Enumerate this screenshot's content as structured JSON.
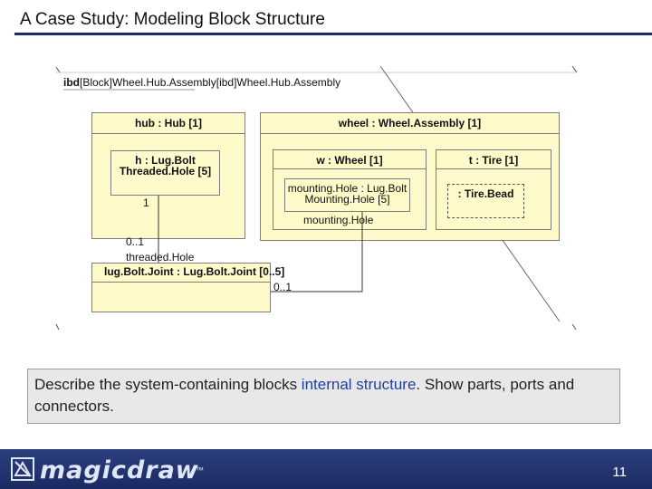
{
  "slide": {
    "title": "A Case Study: Modeling Block Structure",
    "page_number": "11"
  },
  "diagram": {
    "header_kind": "ibd",
    "header_block": "[Block]",
    "header_name": "Wheel.Hub.Assembly",
    "header_diagram": "[ibd]",
    "header_diagram_name": "Wheel.Hub.Assembly",
    "hub_block": "hub : Hub [1]",
    "lugbolt_part_line1": "h : Lug.Bolt",
    "lugbolt_part_line2": "Threaded.Hole [5]",
    "multiplicity_1": "1",
    "wheel_block": "wheel : Wheel.Assembly [1]",
    "wheel_part": "w : Wheel [1]",
    "mounting_part_line1": "mounting.Hole : Lug.Bolt",
    "mounting_part_line2": "Mounting.Hole [5]",
    "mounting_hole_label": "mounting.Hole",
    "tire_part": "t : Tire [1]",
    "tirebead_part": ": Tire.Bead",
    "multiplicity_01_left": "0..1",
    "threaded_hole_label": "threaded.Hole",
    "joint_block": "lug.Bolt.Joint : Lug.Bolt.Joint [0..5]",
    "multiplicity_01_right": "0..1"
  },
  "description": {
    "text_before": "Describe the system-containing blocks ",
    "highlight": "internal structure",
    "text_after": ".  Show parts, ports and connectors."
  },
  "footer": {
    "brand": "magicdraw",
    "trademark": "™"
  },
  "colors": {
    "block_fill": "#fffaca",
    "title_rule": "#1a2c6e",
    "footer": "#1b2a62",
    "highlight_text": "#1f3fa0"
  }
}
